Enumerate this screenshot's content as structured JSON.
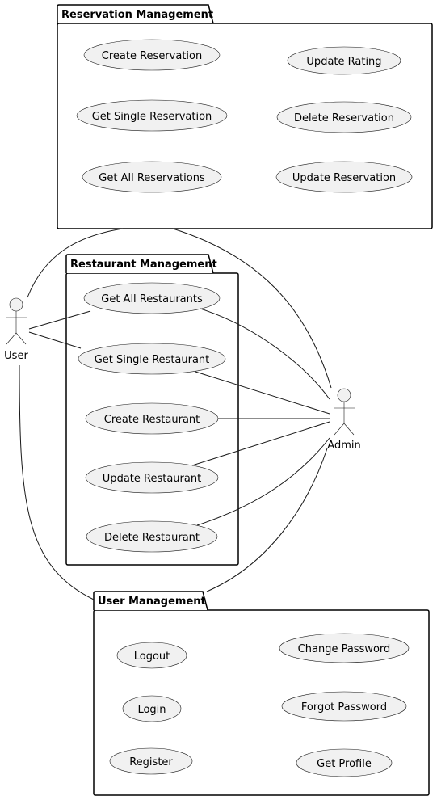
{
  "packages": {
    "reservation": {
      "title": "Reservation Management",
      "use_cases": {
        "create_reservation": "Create Reservation",
        "get_single_reservation": "Get Single Reservation",
        "get_all_reservations": "Get All Reservations",
        "update_rating": "Update Rating",
        "delete_reservation": "Delete Reservation",
        "update_reservation": "Update Reservation"
      }
    },
    "restaurant": {
      "title": "Restaurant Management",
      "use_cases": {
        "get_all_restaurants": "Get All Restaurants",
        "get_single_restaurant": "Get Single Restaurant",
        "create_restaurant": "Create Restaurant",
        "update_restaurant": "Update Restaurant",
        "delete_restaurant": "Delete Restaurant"
      }
    },
    "user": {
      "title": "User Management",
      "use_cases": {
        "logout": "Logout",
        "login": "Login",
        "register": "Register",
        "change_password": "Change Password",
        "forgot_password": "Forgot Password",
        "get_profile": "Get Profile"
      }
    }
  },
  "actors": {
    "user": "User",
    "admin": "Admin"
  },
  "colors": {
    "use_case_fill": "#f1f1f1",
    "line": "#181818",
    "package_border": "#000000"
  }
}
